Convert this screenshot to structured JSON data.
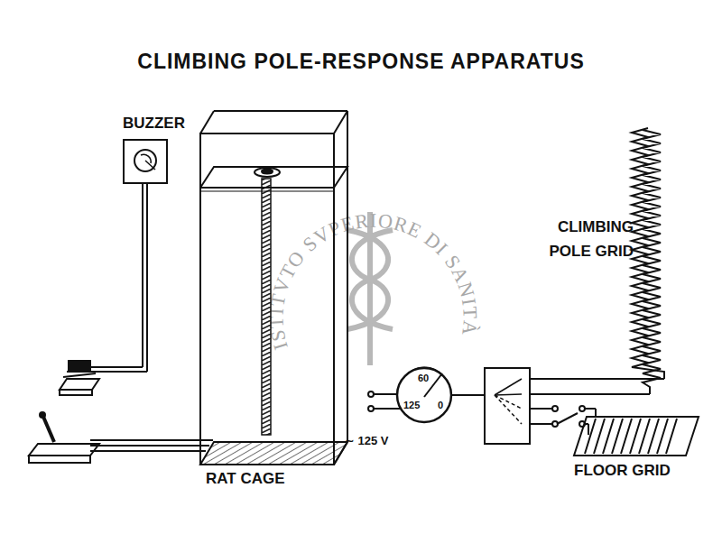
{
  "diagram": {
    "title": "CLIMBING POLE-RESPONSE APPARATUS",
    "labels": [
      "BUZZER",
      "RAT CAGE",
      "CLIMBING POLE GRID",
      "FLOOR GRID",
      "∼ 125 V",
      "60",
      "125",
      "0",
      "ISTITVTO SVPERIORE DI SANITÀ"
    ]
  }
}
